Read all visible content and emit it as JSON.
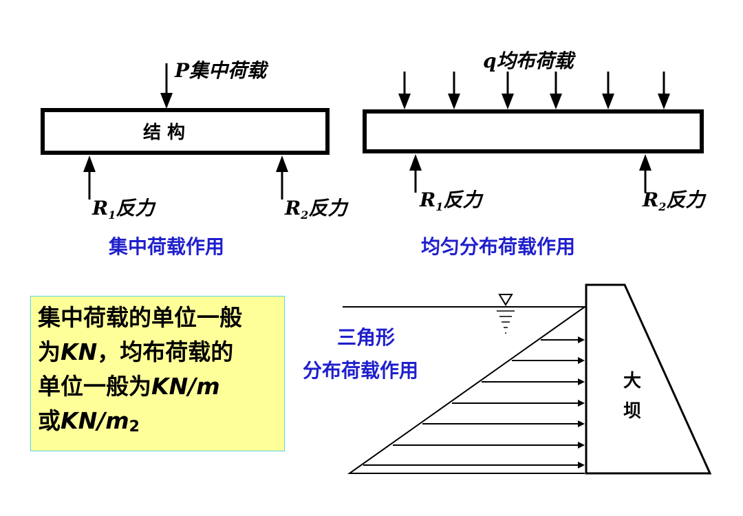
{
  "colors": {
    "caption_blue": "#1f1fcc",
    "note_bg": "#ffff99",
    "note_border": "#55d4e8",
    "line": "#000000"
  },
  "diagram1": {
    "load_label": "P集中荷载",
    "beam_label": "结 构",
    "r1_label": "R",
    "r1_sub": "1",
    "r1_suffix": "反力",
    "r2_label": "R",
    "r2_sub": "2",
    "r2_suffix": "反力",
    "caption": "集中荷载作用"
  },
  "diagram2": {
    "load_label": "q均布荷载",
    "r1_label": "R",
    "r1_sub": "1",
    "r1_suffix": "反力",
    "r2_label": "R",
    "r2_sub": "2",
    "r2_suffix": "反力",
    "caption": "均匀分布荷载作用"
  },
  "diagram3": {
    "caption_line1": "三角形",
    "caption_line2": "分布荷载作用",
    "dam_label_1": "大",
    "dam_label_2": "坝"
  },
  "note": {
    "line1": "集中荷载的单位一般",
    "line2_a": "为",
    "line2_b": "KN",
    "line2_c": "，均布荷载的",
    "line3_a": "单位一般为",
    "line3_b": "KN/m",
    "line4_a": "或",
    "line4_b": "KN/m",
    "line4_sub": "2"
  }
}
